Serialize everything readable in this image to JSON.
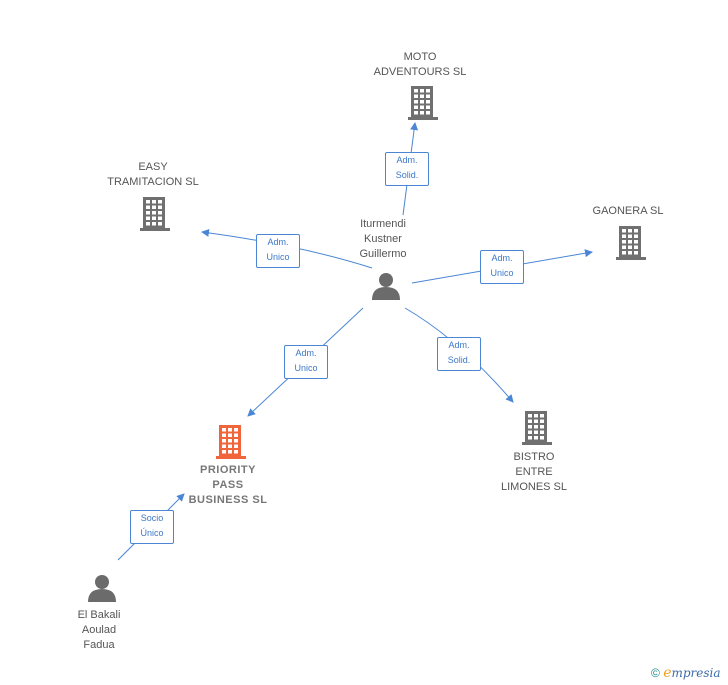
{
  "colors": {
    "company": "#707070",
    "focus_company": "#f0653a",
    "person": "#6b6b6b",
    "edge": "#4a86d4",
    "edge_label_text": "#3b78c9"
  },
  "nodes": {
    "moto": {
      "label": "MOTO\nADVENTOURS SL",
      "icon": "building-icon"
    },
    "easy": {
      "label": "EASY\nTRAMITACION SL",
      "icon": "building-icon"
    },
    "gaonera": {
      "label": "GAONERA SL",
      "icon": "building-icon"
    },
    "iturmendi": {
      "label": "Iturmendi\nKustner\nGuillermo",
      "icon": "person-icon"
    },
    "priority": {
      "label": "PRIORITY\nPASS\nBUSINESS  SL",
      "icon": "building-icon"
    },
    "bistro": {
      "label": "BISTRO\nENTRE\nLIMONES  SL",
      "icon": "building-icon"
    },
    "elbakali": {
      "label": "El Bakali\nAoulad\nFadua",
      "icon": "person-icon"
    }
  },
  "edges": {
    "to_moto": "Adm.\nSolid.",
    "to_easy": "Adm.\nUnico",
    "to_gaonera": "Adm.\nUnico",
    "to_priority": "Adm.\nUnico",
    "to_bistro": "Adm.\nSolid.",
    "elbakali_to_priority": "Socio\nÚnico"
  },
  "brand": {
    "copyright": "©",
    "name_initial": "e",
    "name_rest": "mpresia"
  }
}
